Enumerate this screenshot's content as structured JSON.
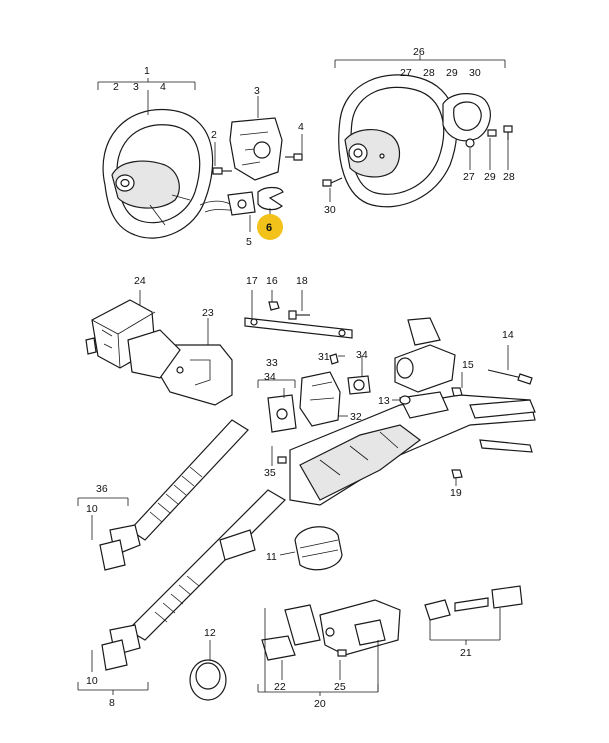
{
  "callouts": {
    "c1": "1",
    "c2": "2",
    "c3": "3",
    "c4": "4",
    "c2b": "2",
    "c3b": "3",
    "c4b": "4",
    "c5": "5",
    "c6": "6",
    "c26": "26",
    "c27": "27",
    "c28": "28",
    "c29": "29",
    "c30": "30",
    "c27b": "27",
    "c29b": "29",
    "c28b": "28",
    "c30b": "30",
    "c24": "24",
    "c23": "23",
    "c17": "17",
    "c16": "16",
    "c18": "18",
    "c14": "14",
    "c31": "31",
    "c34": "34",
    "c33": "33",
    "c34b": "34",
    "c15": "15",
    "c13": "13",
    "c32": "32",
    "c35": "35",
    "c19": "19",
    "c36": "36",
    "c10": "10",
    "c11": "11",
    "c12": "12",
    "c10b": "10",
    "c8": "8",
    "c22": "22",
    "c25": "25",
    "c20": "20",
    "c21": "21"
  },
  "highlight": {
    "part": "6",
    "color": "#f2c21b"
  }
}
